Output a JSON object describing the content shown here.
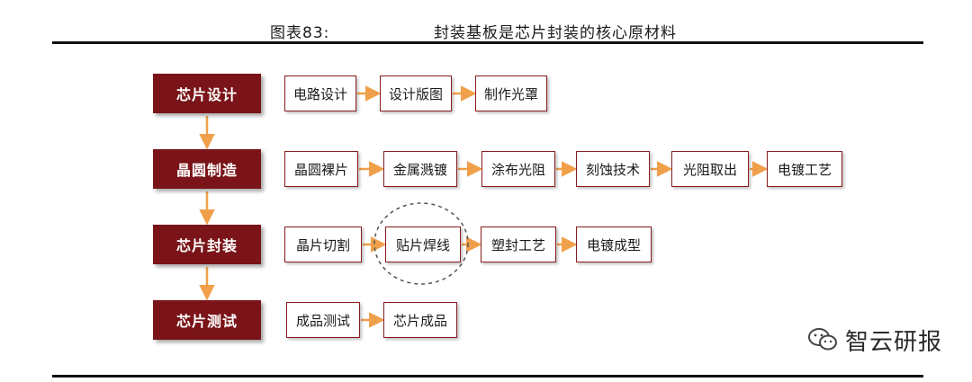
{
  "caption": {
    "label": "图表83:",
    "title": "封装基板是芯片封装的核心原材料"
  },
  "stages": [
    "芯片设计",
    "晶圆制造",
    "芯片封装",
    "芯片测试"
  ],
  "steps": [
    [
      "电路设计",
      "设计版图",
      "制作光罩"
    ],
    [
      "晶圆裸片",
      "金属溅镀",
      "涂布光阻",
      "刻蚀技术",
      "光阻取出",
      "电镀工艺"
    ],
    [
      "晶片切割",
      "贴片焊线",
      "塑封工艺",
      "电镀成型"
    ],
    [
      "成品测试",
      "芯片成品"
    ]
  ],
  "highlighted_step": "贴片焊线",
  "watermark": {
    "text": "智云研报",
    "icon": "wechat-icon"
  },
  "colors": {
    "stage_fill": "#7a1418",
    "box_border": "#8a1c1c",
    "arrow": "#f0a04b"
  }
}
